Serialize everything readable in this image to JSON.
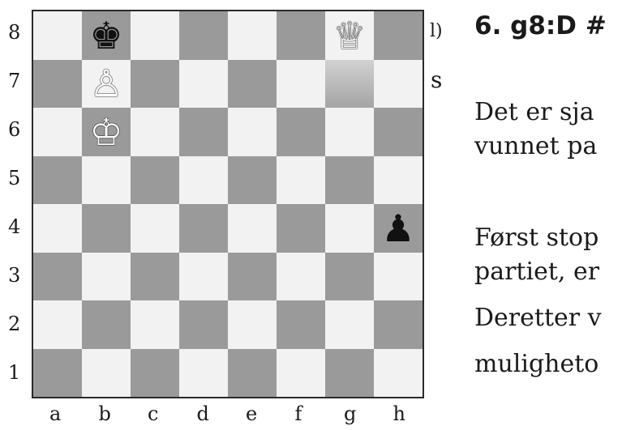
{
  "board": {
    "ranks": [
      "8",
      "7",
      "6",
      "5",
      "4",
      "3",
      "2",
      "1"
    ],
    "files": [
      "a",
      "b",
      "c",
      "d",
      "e",
      "f",
      "g",
      "h"
    ],
    "pieces": [
      {
        "square": "b8",
        "glyph": "♚",
        "color": "black",
        "name": "black-king-icon"
      },
      {
        "square": "g8",
        "glyph": "♕",
        "color": "white",
        "name": "white-queen-icon"
      },
      {
        "square": "b7",
        "glyph": "♙",
        "color": "white",
        "name": "white-pawn-icon"
      },
      {
        "square": "b6",
        "glyph": "♔",
        "color": "white",
        "name": "white-king-icon"
      },
      {
        "square": "h4",
        "glyph": "♟",
        "color": "black",
        "name": "black-pawn-icon"
      }
    ],
    "ghost_square": "g7",
    "light_color": "#f2f2f2",
    "dark_color": "#9a9a9a"
  },
  "side_label_1": "l)",
  "side_label_2": "s",
  "move_title": "6. g8:D #",
  "text_lines": [
    "Det er sja",
    "vunnet pa",
    "Først stop",
    "partiet, er",
    "Deretter v",
    "muligheto"
  ]
}
